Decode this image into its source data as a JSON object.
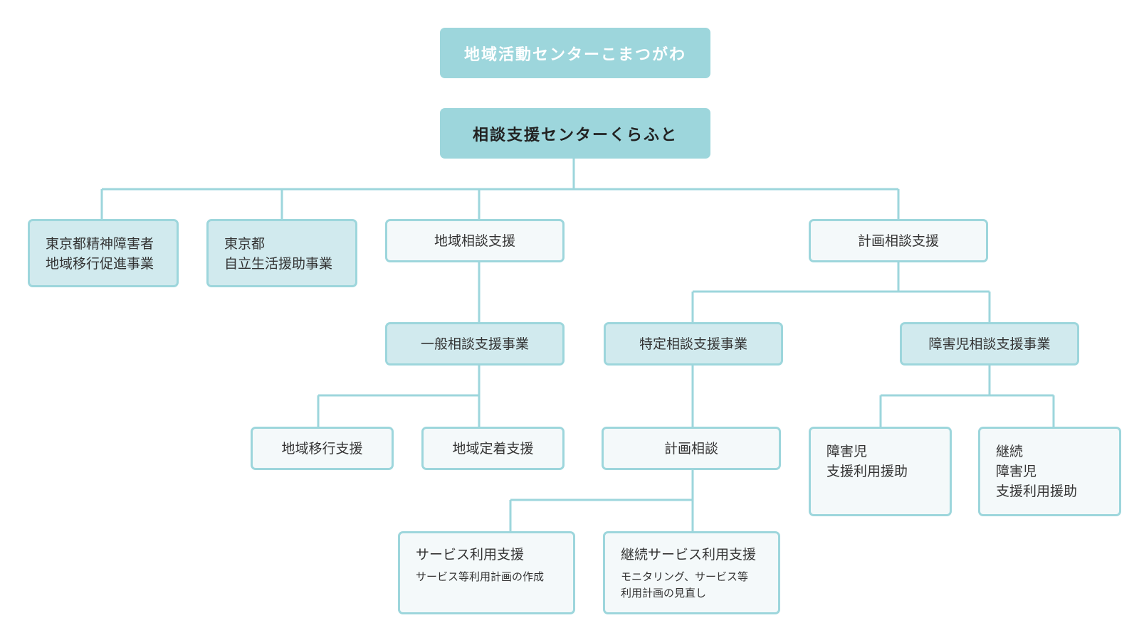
{
  "root": {
    "label": "地域活動センターこまつがわ"
  },
  "center": {
    "label": "相談支援センターくらふと"
  },
  "tokyo_transition": {
    "lines": [
      "東京都精神障害者",
      "地域移行促進事業"
    ]
  },
  "tokyo_independent": {
    "lines": [
      "東京都",
      "自立生活援助事業"
    ]
  },
  "community_consultation": {
    "label": "地域相談支援"
  },
  "plan_consultation": {
    "label": "計画相談支援"
  },
  "general_consultation": {
    "label": "一般相談支援事業"
  },
  "specific_consultation": {
    "label": "特定相談支援事業"
  },
  "child_consultation": {
    "label": "障害児相談支援事業"
  },
  "community_transition": {
    "label": "地域移行支援"
  },
  "community_settlement": {
    "label": "地域定着支援"
  },
  "plan_counsel": {
    "label": "計画相談"
  },
  "child_support": {
    "lines": [
      "障害児",
      "支援利用援助"
    ]
  },
  "child_continuing": {
    "lines": [
      "継続",
      "障害児",
      "支援利用援助"
    ]
  },
  "service_use": {
    "title": "サービス利用支援",
    "desc": [
      "サービス等利用計画の作成"
    ]
  },
  "continuing_service": {
    "title": "継続サービス利用支援",
    "desc": [
      "モニタリング、サービス等",
      "利用計画の見直し"
    ]
  },
  "colors": {
    "accent": "#9dd6dc",
    "tint": "#d1eaee",
    "box": "#f4f9fa",
    "text": "#333333"
  }
}
